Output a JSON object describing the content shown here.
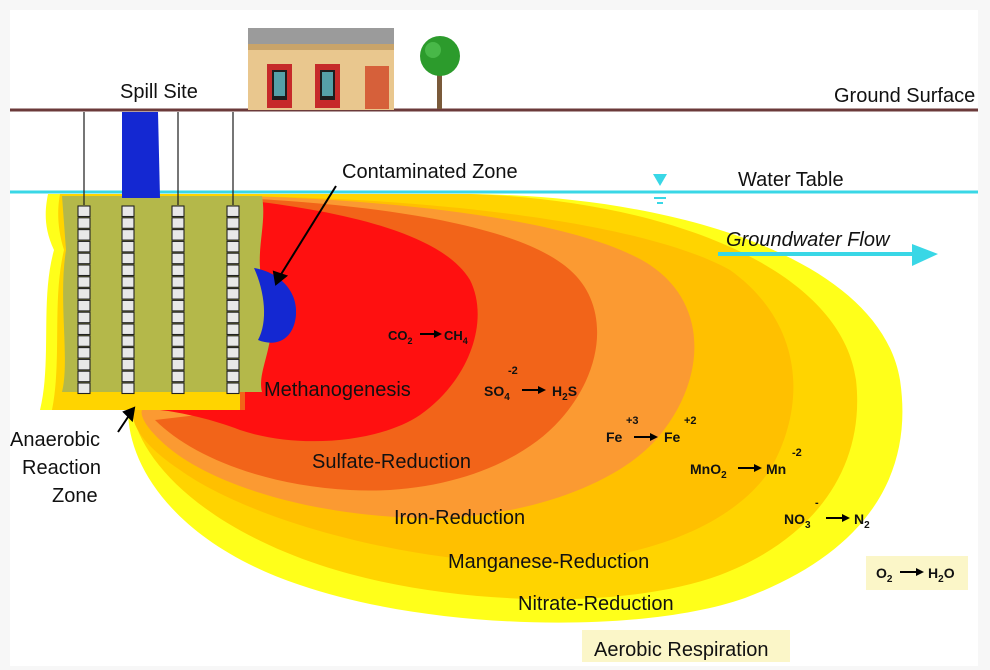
{
  "labels": {
    "spill_site": "Spill Site",
    "ground_surface": "Ground Surface",
    "contaminated_zone": "Contaminated Zone",
    "water_table": "Water Table",
    "groundwater_flow": "Groundwater Flow",
    "anaerobic_zone_line1": "Anaerobic",
    "anaerobic_zone_line2": "Reaction",
    "anaerobic_zone_line3": "Zone"
  },
  "zones": {
    "methanogenesis": "Methanogenesis",
    "sulfate_reduction": "Sulfate-Reduction",
    "iron_reduction": "Iron-Reduction",
    "manganese_reduction": "Manganese-Reduction",
    "nitrate_reduction": "Nitrate-Reduction",
    "aerobic_respiration": "Aerobic Respiration"
  },
  "reactions": {
    "co2": {
      "base": "CO",
      "sub": "2",
      "product": "CH",
      "product_sub": "4"
    },
    "so4": {
      "base": "SO",
      "sub": "4",
      "sup": "-2",
      "product": "H",
      "product_sub": "2",
      "product_tail": "S"
    },
    "fe": {
      "base": "Fe",
      "sup": "+3",
      "product": "Fe",
      "product_sup": "+2"
    },
    "mn": {
      "base": "MnO",
      "sub": "2",
      "product": "Mn",
      "product_sup": "-2"
    },
    "no3": {
      "base": "NO",
      "sub": "3",
      "sup": "-",
      "product": "N",
      "product_sub": "2"
    },
    "o2": {
      "base": "O",
      "sub": "2",
      "product": "H",
      "product_sub": "2",
      "product_tail": "O"
    }
  },
  "colors": {
    "ground_line": "#6b3a3a",
    "water_table": "#39d7e6",
    "aerobic": "#ffff1a",
    "nitrate": "#ffd400",
    "manganese": "#ffc000",
    "iron": "#fb9a32",
    "sulfate": "#f26419",
    "methanogenesis": "#ff1010",
    "olive": "#b4b84a",
    "spill_blue": "#1428d2",
    "tree_green": "#2c9b2c"
  }
}
